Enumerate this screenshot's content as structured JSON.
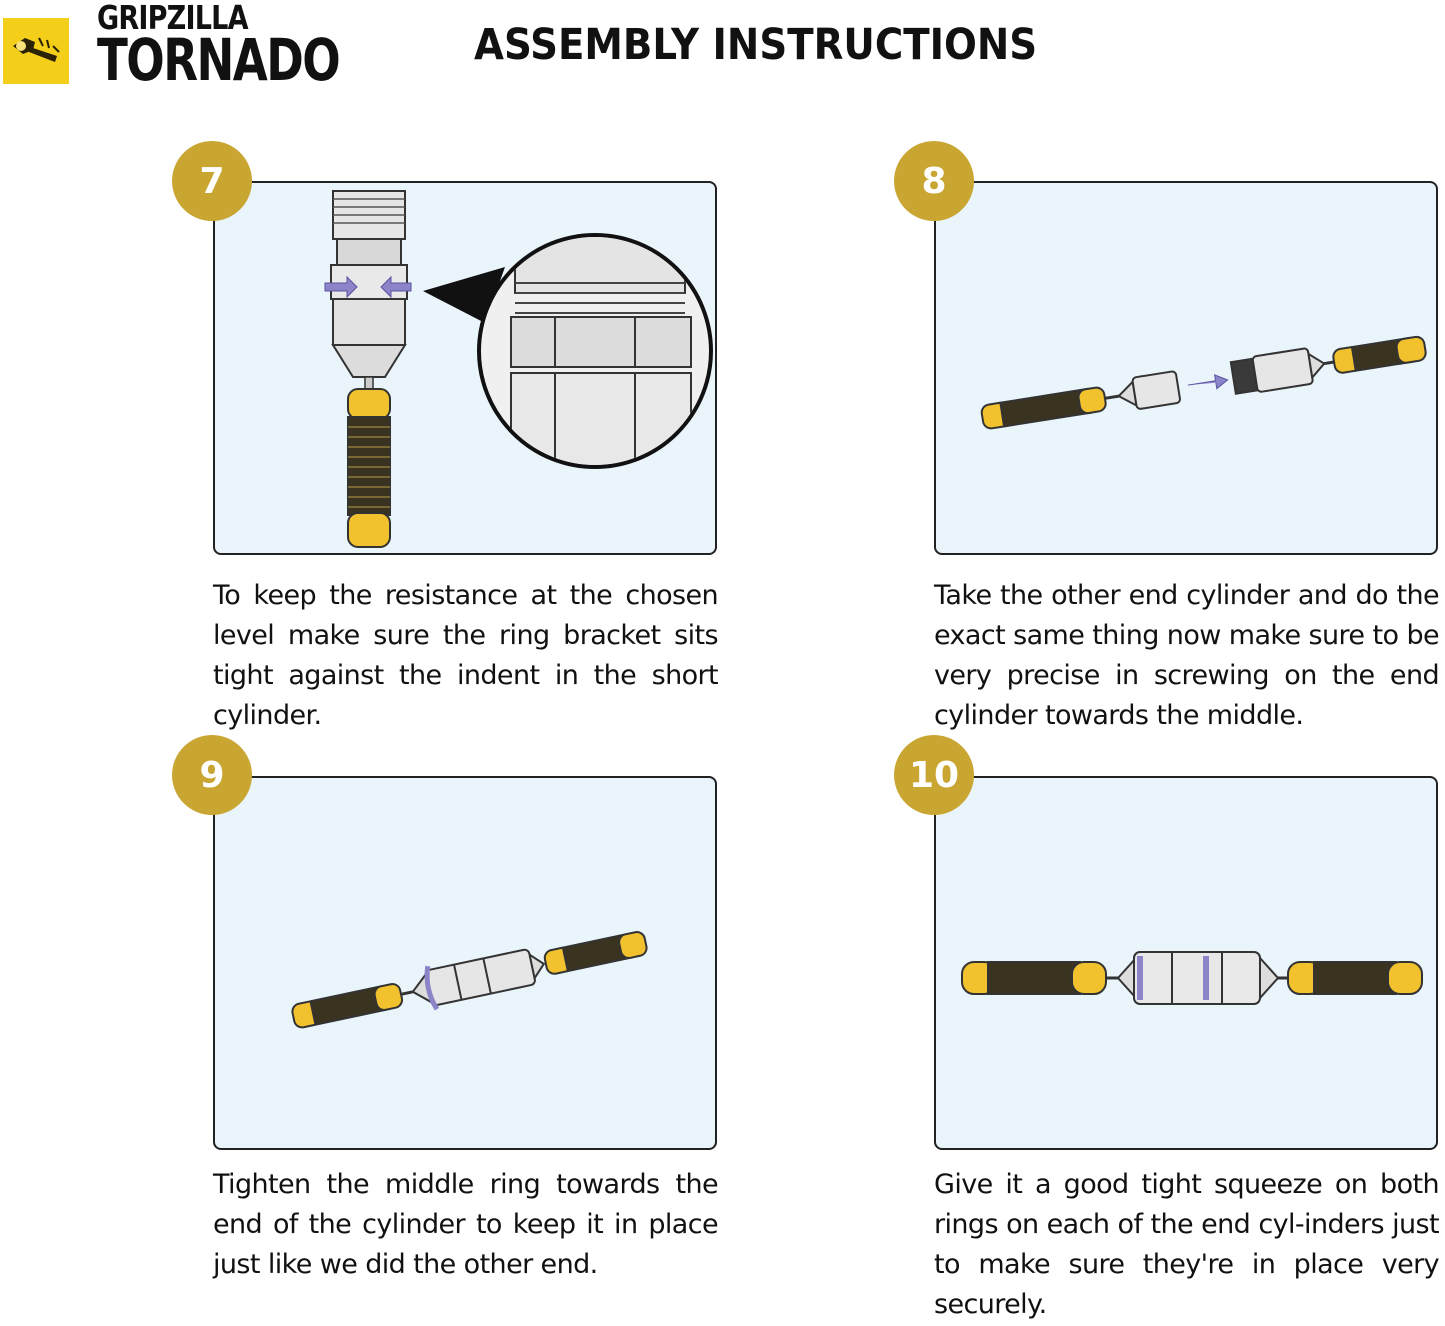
{
  "header": {
    "brand_top": "GRIPZILLA",
    "brand_main": "TORNADO",
    "title": "ASSEMBLY INSTRUCTIONS"
  },
  "colors": {
    "badge": "#c9a632",
    "panel_bg": "#e9f4fb",
    "logo_bg": "#f3cf1a",
    "grip_yellow": "#f2c12e",
    "arrow_purple": "#8c84c9"
  },
  "steps": [
    {
      "number": "7",
      "text": "To keep the resistance at the chosen level make sure the ring bracket sits tight against the indent in the short cylinder."
    },
    {
      "number": "8",
      "text": "Take the other end cylinder and do the exact same thing now make sure to be very precise in screwing on the end cylinder towards the middle."
    },
    {
      "number": "9",
      "text": "Tighten the middle ring towards the end of the cylinder to keep it in place just like we did the other end."
    },
    {
      "number": "10",
      "text": "Give it a good tight squeeze on both rings on each of the end cyl-inders just to make sure they're in place very securely."
    }
  ]
}
